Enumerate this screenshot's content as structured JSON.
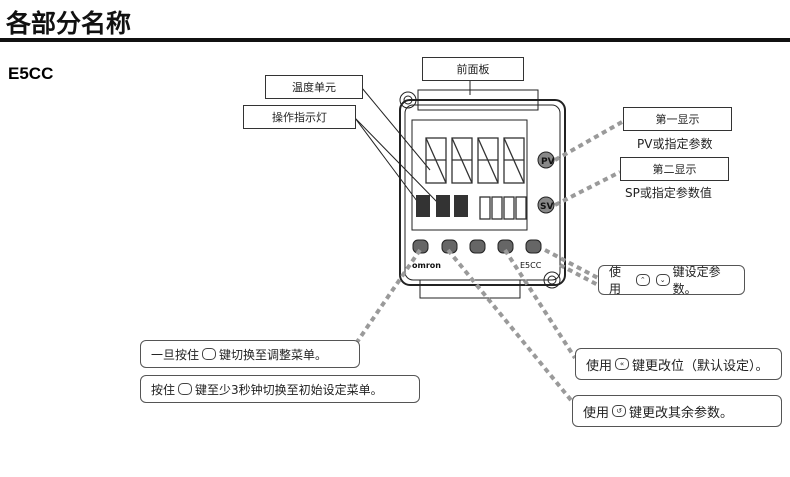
{
  "header": {
    "title": "各部分名称",
    "model": "E5CC"
  },
  "labels": {
    "temp_unit": "温度单元",
    "indicator": "操作指示灯",
    "front_panel": "前面板"
  },
  "display1": {
    "title": "第一显示",
    "desc": "PV或指定参数"
  },
  "display2": {
    "title": "第二显示",
    "desc": "SP或指定参数值"
  },
  "device": {
    "brand": "omron",
    "model": "E5CC",
    "pv": "PV",
    "sv": "SV"
  },
  "notes": {
    "updown_pre": "使用",
    "updown_post": "键设定参数。",
    "shift_pre": "使用",
    "shift_post": "键更改位（默认设定）。",
    "mode_pre": "使用",
    "mode_post": "键更改其余参数。",
    "level1_pre": "一旦按住",
    "level1_post": "键切换至调整菜单。",
    "level2_pre": "按住",
    "level2_post": "键至少3秒钟切换至初始设定菜单。"
  },
  "colors": {
    "dash": "#9a9a9a",
    "line": "#222222"
  }
}
